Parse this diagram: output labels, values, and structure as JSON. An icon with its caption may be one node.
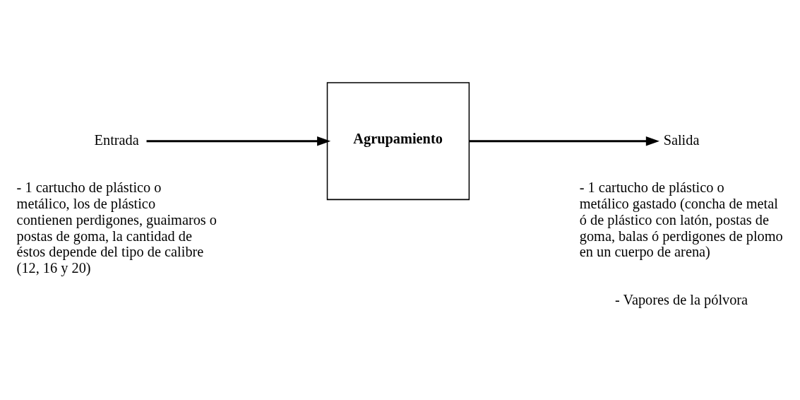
{
  "diagram": {
    "nodes": [
      {
        "text": [
          "Entrada"
        ]
      },
      {
        "text": [
          "Agrupamiento"
        ]
      },
      {
        "text": [
          "Salida"
        ]
      }
    ],
    "edges": [
      {
        "from": 0,
        "to": 1,
        "arrow": "to"
      },
      {
        "from": 1,
        "to": 2,
        "arrow": "to"
      }
    ],
    "labels": [
      "- 1 cartucho de plástico o metálico, los de plástico contienen perdigones, guaimaros o postas de goma, la cantidad de éstos depende del tipo de calibre (12, 16 y 20)",
      "- 1 cartucho de plástico o metálico gastado (concha de metal ó de plástico con latón, postas de goma, balas ó perdigones de plomo en un cuerpo de arena)",
      "- Vapores de la pólvora"
    ]
  }
}
